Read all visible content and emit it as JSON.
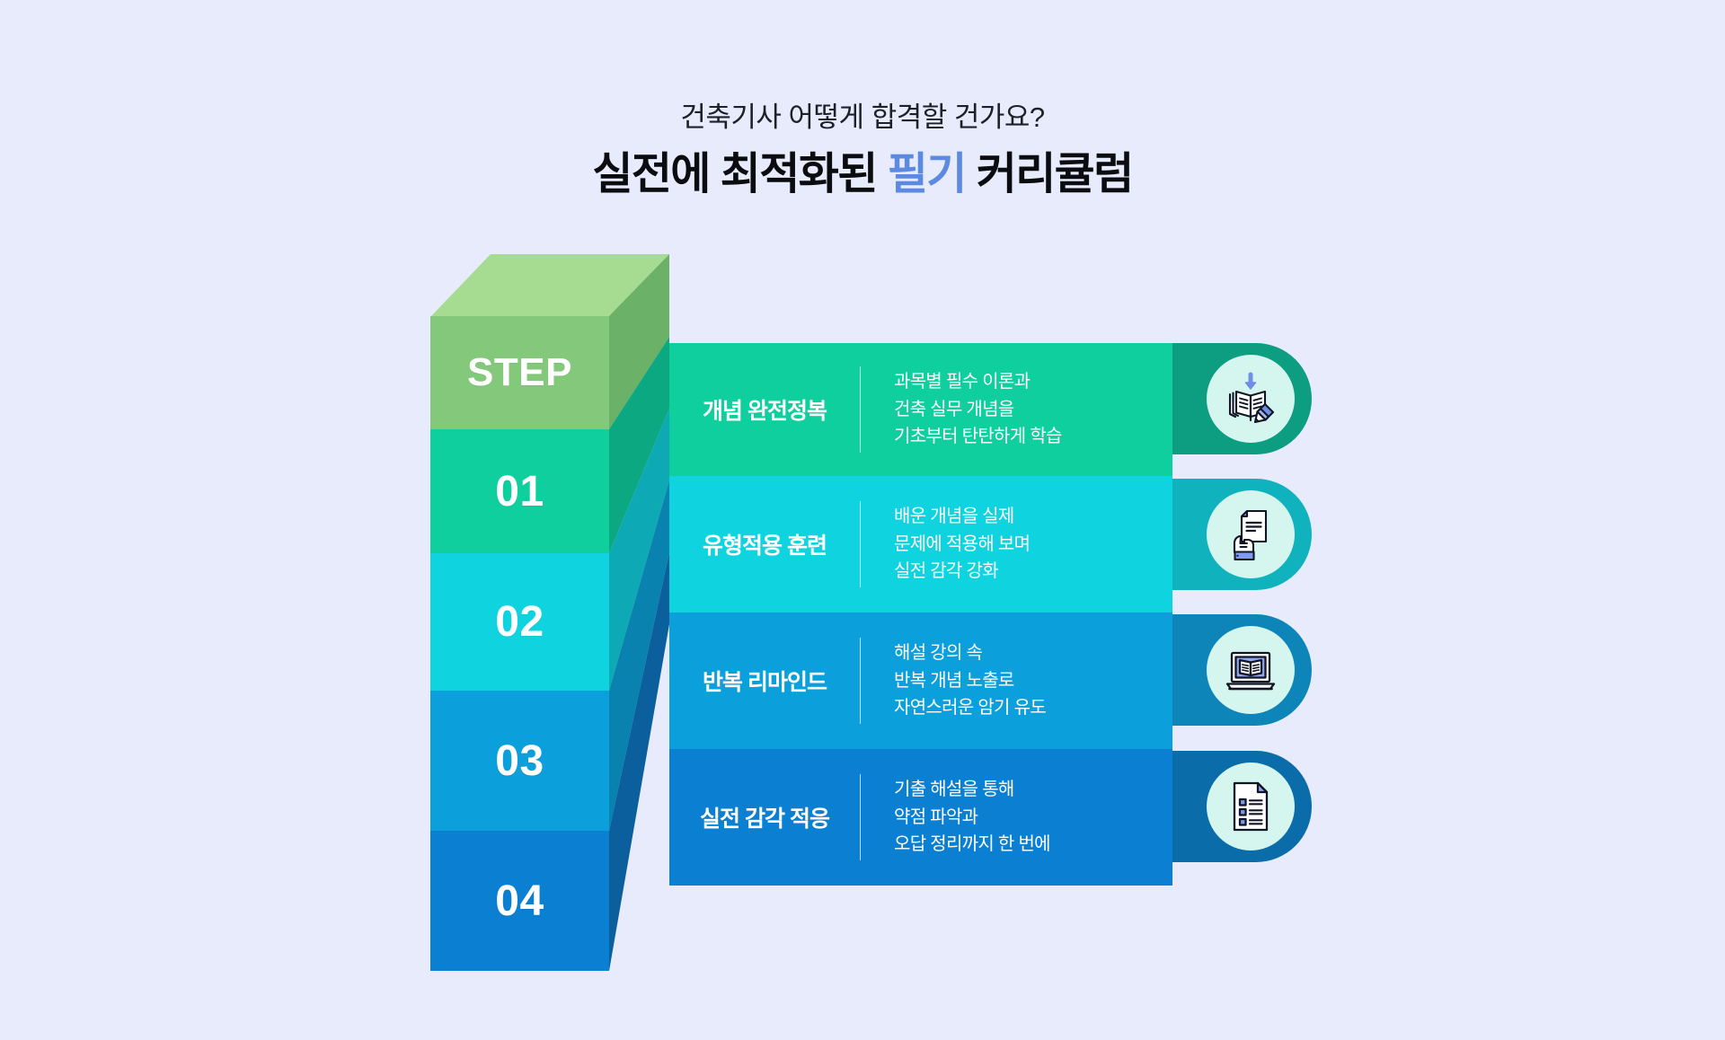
{
  "theme": {
    "background": "#e8ebfb",
    "accent_blue": "#5b8ae0",
    "step_green": "#84c97b",
    "step_green_top": "#a6db92",
    "step_green_side": "#6bb167",
    "bar_colors": [
      "#0ecf9d",
      "#0fd4e0",
      "#0b9fdc",
      "#0b7fd1"
    ],
    "cap_colors": [
      "#0d9d80",
      "#10b3bd",
      "#0d85b9",
      "#0a6ca9"
    ],
    "side_colors": [
      "#0ba882",
      "#0da9b5",
      "#0a82b0",
      "#0a5f9c"
    ],
    "disc_color": "#d5f6ee",
    "text_light": "#ffffff",
    "heading_dark": "#0a0c10"
  },
  "header": {
    "subtitle": "건축기사 어떻게 합격할 건가요?",
    "title_part1": "실전에 최적화된 ",
    "title_accent": "필기",
    "title_part2": " 커리큘럼"
  },
  "tower": {
    "step_label": "STEP",
    "numbers": [
      "01",
      "02",
      "03",
      "04"
    ]
  },
  "rows": [
    {
      "step": "01",
      "heading": "개념 완전정복",
      "desc_lines": [
        "과목별 필수 이론과",
        "건축 실무 개념을",
        "기초부터 탄탄하게 학습"
      ],
      "icon": "book-download-pencil-icon",
      "bar_color": "#0ecf9d",
      "cap_color": "#0d9d80"
    },
    {
      "step": "02",
      "heading": "유형적용 훈련",
      "desc_lines": [
        "배운 개념을 실제",
        "문제에 적용해 보며",
        "실전 감각 강화"
      ],
      "icon": "hand-holding-document-icon",
      "bar_color": "#0fd4e0",
      "cap_color": "#10b3bd"
    },
    {
      "step": "03",
      "heading": "반복 리마인드",
      "desc_lines": [
        "해설 강의 속",
        "반복 개념 노출로",
        "자연스러운 암기 유도"
      ],
      "icon": "laptop-open-book-icon",
      "bar_color": "#0b9fdc",
      "cap_color": "#0d85b9"
    },
    {
      "step": "04",
      "heading": "실전 감각 적응",
      "desc_lines": [
        "기출 해설을 통해",
        "약점 파악과",
        "오답 정리까지 한 번에"
      ],
      "icon": "document-checklist-icon",
      "bar_color": "#0b7fd1",
      "cap_color": "#0a6ca9"
    }
  ]
}
